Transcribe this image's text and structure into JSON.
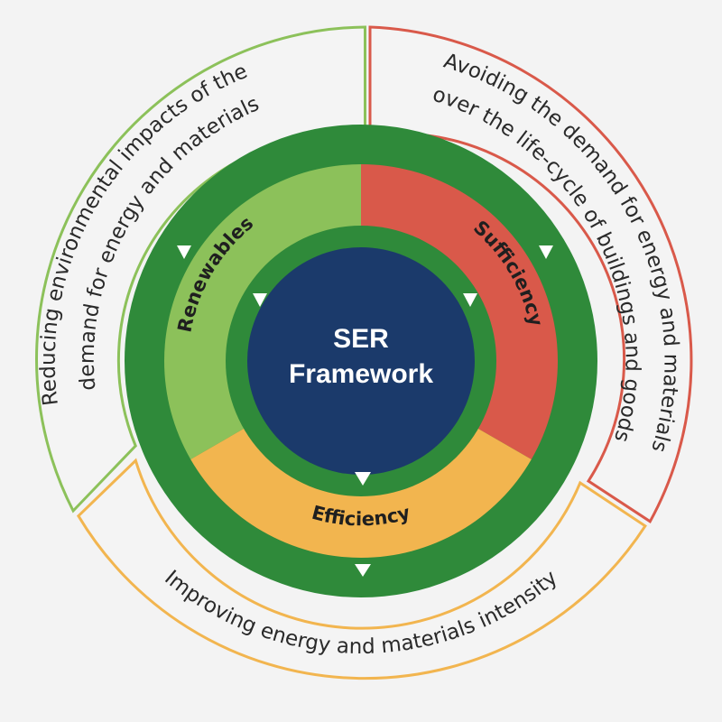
{
  "center": {
    "line1": "SER",
    "line2": "Framework",
    "color": "#1b3a6b"
  },
  "colors": {
    "background": "#f3f3f3",
    "ring_green": "#2f8a3a",
    "renewables": "#8cc15a",
    "sufficiency": "#d9594a",
    "efficiency": "#f2b54f",
    "arrow": "#ffffff",
    "outer_fill": "#f4f4f4"
  },
  "inner_segments": {
    "renewables": "Renewables",
    "sufficiency": "Sufficiency",
    "efficiency": "Efficiency"
  },
  "outer_segments": {
    "renewables": {
      "line1": "Reducing environmental impacts of the",
      "line2": "demand for energy and materials",
      "border": "#8cc15a"
    },
    "sufficiency": {
      "line1": "Avoiding the demand for energy and materials",
      "line2": "over the life-cycle of buildings and goods",
      "border": "#d9594a"
    },
    "efficiency": {
      "line1": "Improving energy and materials intensity",
      "border": "#f2b54f"
    }
  }
}
